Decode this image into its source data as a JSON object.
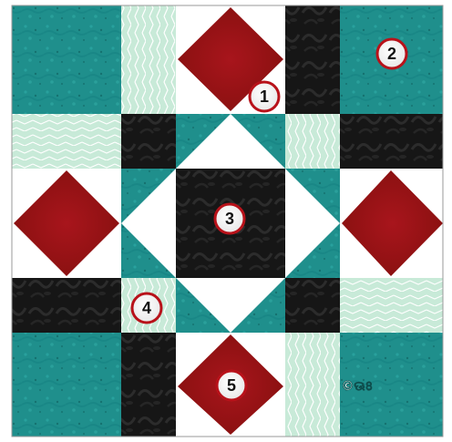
{
  "colors": {
    "teal": "#1f8f8c",
    "teal_dark": "#13706e",
    "black": "#151515",
    "black_light": "#2a2a2a",
    "red": "#9a1218",
    "red_dark": "#7c0d12",
    "white": "#ffffff",
    "mint": "#c8ead8",
    "mint_line": "#ffffff",
    "border": "#9a9a9a"
  },
  "labels": [
    {
      "id": "1",
      "text": "1"
    },
    {
      "id": "2",
      "text": "2"
    },
    {
      "id": "3",
      "text": "3"
    },
    {
      "id": "4",
      "text": "4"
    },
    {
      "id": "5",
      "text": "5"
    }
  ],
  "watermark": "©ଊ৪"
}
